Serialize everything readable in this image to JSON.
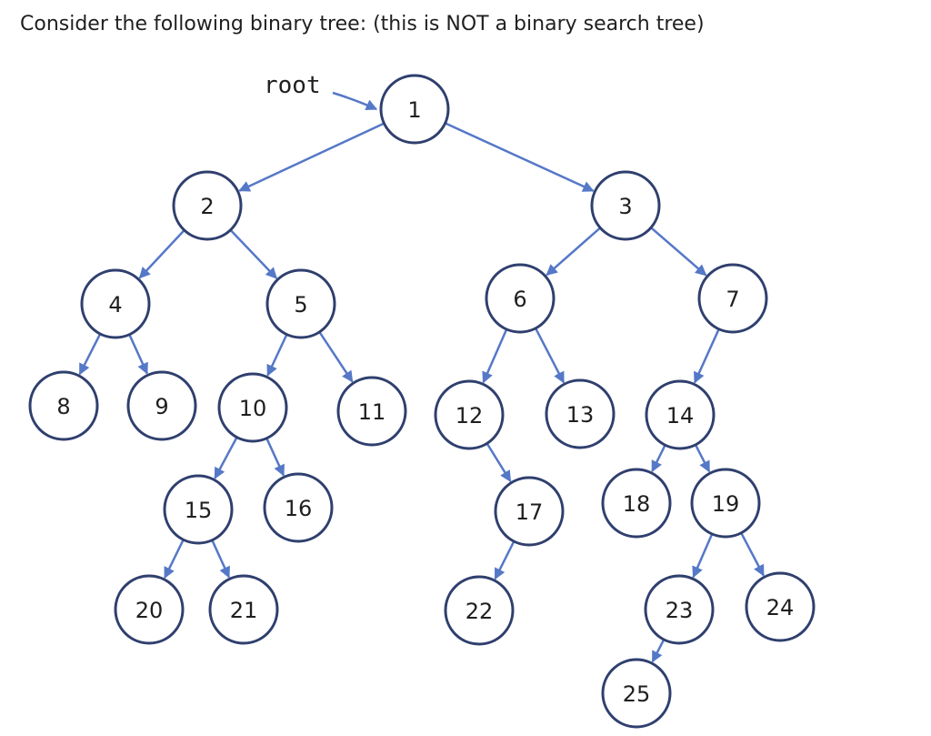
{
  "prompt": "Consider the following binary tree: (this is NOT a binary search tree)",
  "root_label": "root",
  "colors": {
    "node_stroke": "#2f3f6e",
    "edge": "#5578c7",
    "text": "#1f1f1f"
  },
  "tree": {
    "nodes": [
      {
        "id": "1",
        "label": "1"
      },
      {
        "id": "2",
        "label": "2"
      },
      {
        "id": "3",
        "label": "3"
      },
      {
        "id": "4",
        "label": "4"
      },
      {
        "id": "5",
        "label": "5"
      },
      {
        "id": "6",
        "label": "6"
      },
      {
        "id": "7",
        "label": "7"
      },
      {
        "id": "8",
        "label": "8"
      },
      {
        "id": "9",
        "label": "9"
      },
      {
        "id": "10",
        "label": "10"
      },
      {
        "id": "11",
        "label": "11"
      },
      {
        "id": "12",
        "label": "12"
      },
      {
        "id": "13",
        "label": "13"
      },
      {
        "id": "14",
        "label": "14"
      },
      {
        "id": "15",
        "label": "15"
      },
      {
        "id": "16",
        "label": "16"
      },
      {
        "id": "17",
        "label": "17"
      },
      {
        "id": "18",
        "label": "18"
      },
      {
        "id": "19",
        "label": "19"
      },
      {
        "id": "20",
        "label": "20"
      },
      {
        "id": "21",
        "label": "21"
      },
      {
        "id": "22",
        "label": "22"
      },
      {
        "id": "23",
        "label": "23"
      },
      {
        "id": "24",
        "label": "24"
      },
      {
        "id": "25",
        "label": "25"
      }
    ],
    "edges": [
      [
        "1",
        "2"
      ],
      [
        "1",
        "3"
      ],
      [
        "2",
        "4"
      ],
      [
        "2",
        "5"
      ],
      [
        "3",
        "6"
      ],
      [
        "3",
        "7"
      ],
      [
        "4",
        "8"
      ],
      [
        "4",
        "9"
      ],
      [
        "5",
        "10"
      ],
      [
        "5",
        "11"
      ],
      [
        "6",
        "12"
      ],
      [
        "6",
        "13"
      ],
      [
        "7",
        "14"
      ],
      [
        "10",
        "15"
      ],
      [
        "10",
        "16"
      ],
      [
        "12",
        "17"
      ],
      [
        "14",
        "18"
      ],
      [
        "14",
        "19"
      ],
      [
        "15",
        "20"
      ],
      [
        "15",
        "21"
      ],
      [
        "17",
        "22"
      ],
      [
        "19",
        "23"
      ],
      [
        "19",
        "24"
      ],
      [
        "23",
        "25"
      ]
    ]
  }
}
